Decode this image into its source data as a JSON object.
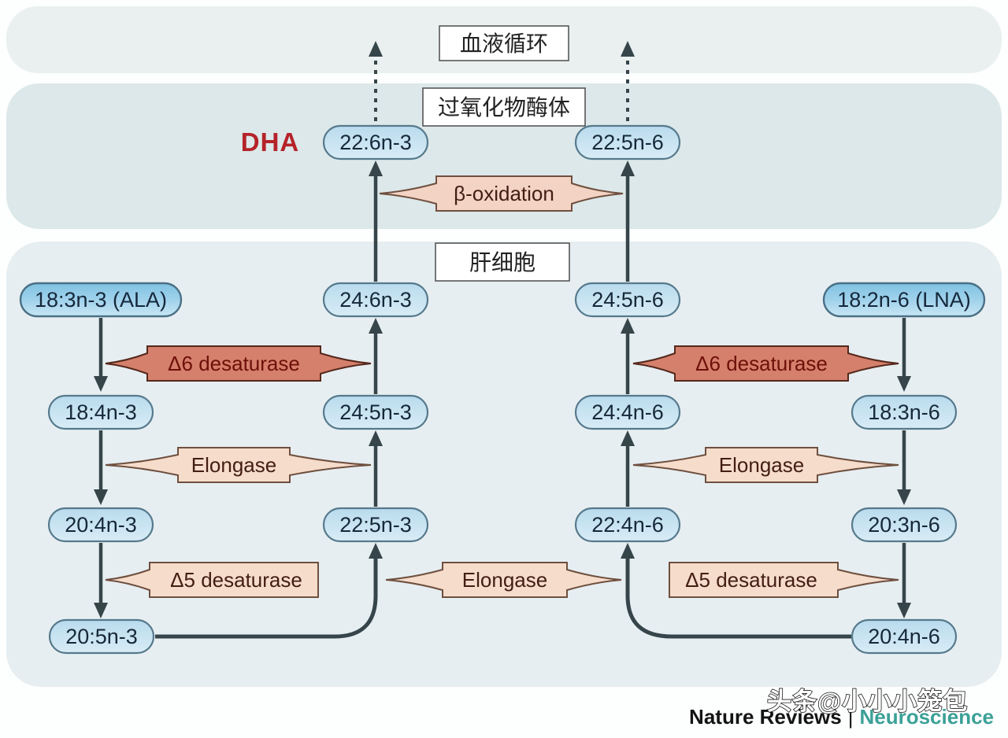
{
  "regions": {
    "blood_circulation": "血液循环",
    "peroxisome": "过氧化物酶体",
    "hepatocyte": "肝细胞"
  },
  "dha": "DHA",
  "nodes": {
    "r1c2": "22:6n-3",
    "r1c3": "22:5n-6",
    "r2c1": "18:3n-3 (ALA)",
    "r2c2": "24:6n-3",
    "r2c3": "24:5n-6",
    "r2c4": "18:2n-6 (LNA)",
    "r3c1": "18:4n-3",
    "r3c2": "24:5n-3",
    "r3c3": "24:4n-6",
    "r3c4": "18:3n-6",
    "r4c1": "20:4n-3",
    "r4c2": "22:5n-3",
    "r4c3": "22:4n-6",
    "r4c4": "20:3n-6",
    "r5c1": "20:5n-3",
    "r5c4": "20:4n-6"
  },
  "enzymes": {
    "beta_oxidation": "β-oxidation",
    "delta6_left": "Δ6 desaturase",
    "delta6_right": "Δ6 desaturase",
    "elongase_left": "Elongase",
    "elongase_right": "Elongase",
    "elongase_center": "Elongase",
    "delta5_left": "Δ5 desaturase",
    "delta5_right": "Δ5 desaturase"
  },
  "credits": {
    "journal": "Nature Reviews",
    "separator": "|",
    "section": "Neuroscience",
    "watermark": "头条@小小小笼包"
  },
  "colors": {
    "band_top": "#eaf0f0",
    "band_middle": "#dce8e9",
    "band_bottom": "#e6eef1",
    "node_border": "#56798c",
    "arrow": "#36454a",
    "dha_red": "#b52329",
    "desaturase_fill": "#d5806c",
    "enzyme_fill": "#f6dcca",
    "beta_oxidation_fill": "#f3d3c3",
    "neuroscience_teal": "#3ba197"
  }
}
